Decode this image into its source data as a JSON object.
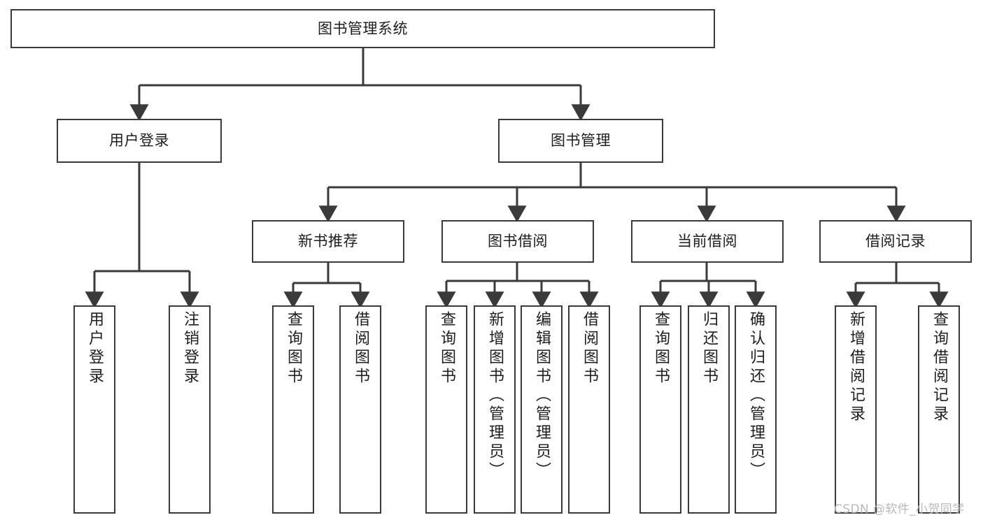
{
  "diagram": {
    "title": "图书管理系统",
    "type": "tree-hierarchy",
    "orientation": "top-down",
    "box_stroke_color": "#3a3a3a",
    "box_fill_color": "#ffffff",
    "connector_color": "#3a3a3a",
    "background_color": "#ffffff",
    "nodes": {
      "root": {
        "label": "图书管理系统"
      },
      "level2": [
        {
          "label": "用户登录"
        },
        {
          "label": "图书管理"
        }
      ],
      "level3": [
        {
          "label": "新书推荐"
        },
        {
          "label": "图书借阅"
        },
        {
          "label": "当前借阅"
        },
        {
          "label": "借阅记录"
        }
      ],
      "leaves": {
        "user_login": [
          {
            "label": "用户登录"
          },
          {
            "label": "注销登录"
          }
        ],
        "new_book_recommend": [
          {
            "label": "查询图书"
          },
          {
            "label": "借阅图书"
          }
        ],
        "book_borrow": [
          {
            "label": "查询图书"
          },
          {
            "label": "新增图书（管理员）"
          },
          {
            "label": "编辑图书（管理员）"
          },
          {
            "label": "借阅图书"
          }
        ],
        "current_borrow": [
          {
            "label": "查询图书"
          },
          {
            "label": "归还图书"
          },
          {
            "label": "确认归还（管理员）"
          }
        ],
        "borrow_record": [
          {
            "label": "新增借阅记录"
          },
          {
            "label": "查询借阅记录"
          }
        ]
      }
    }
  },
  "watermark": {
    "text": "CSDN @软件_小贺同学"
  }
}
